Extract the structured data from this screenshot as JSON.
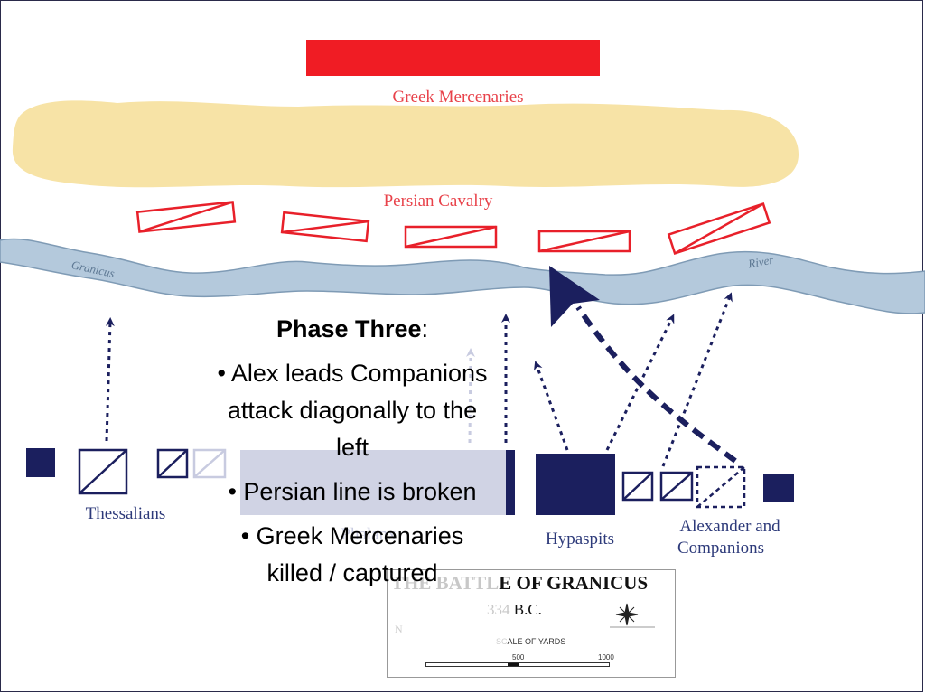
{
  "labels": {
    "greek_mercenaries": "Greek Mercenaries",
    "persian_cavalry": "Persian Cavalry",
    "granicus": "Granicus",
    "river": "River",
    "thessalians": "Thessalians",
    "phalanx": "Phalanx",
    "hypaspits": "Hypaspits",
    "alexander_line1": "Alexander and",
    "alexander_line2": "Companions"
  },
  "text_panel": {
    "title": "Phase Three",
    "title_suffix": ":",
    "bullets": [
      "• Alex leads Companions attack diagonally to the left",
      "• Persian line is broken",
      "• Greek Mercenaries killed / captured"
    ]
  },
  "legend": {
    "title_faded": "THE BATTL",
    "title_visible": "E OF GRANICUS",
    "date_faded": "334",
    "date_visible": " B.C.",
    "scale_faded": "SC",
    "scale_visible": "ALE OF YARDS",
    "scale_500": "500",
    "scale_1000": "1000"
  },
  "colors": {
    "greek_red": "#f01c24",
    "persian_red": "#e8202a",
    "navy": "#1b1f5e",
    "terrain": "#f7e3a6",
    "river": "#b4c9dc",
    "river_edge": "#7f9bb5"
  }
}
